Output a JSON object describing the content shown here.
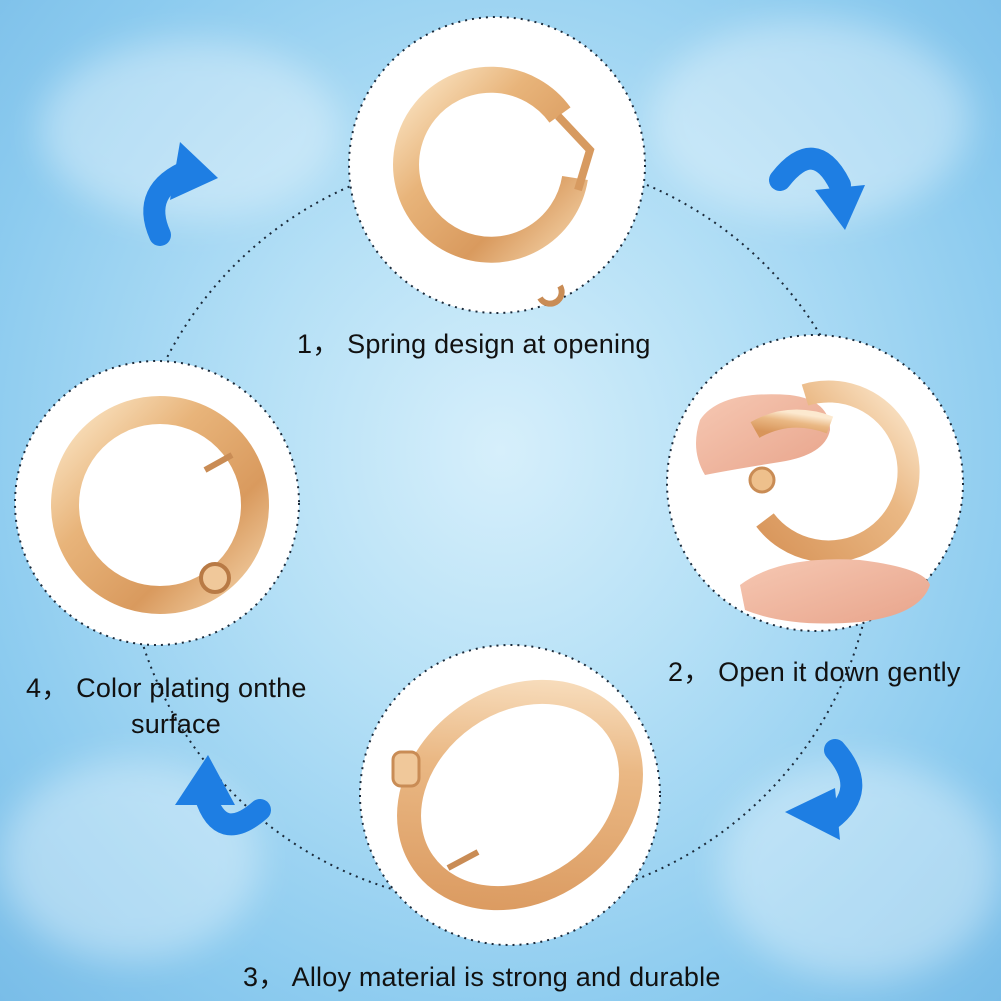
{
  "steps": [
    {
      "caption": "1，  Spring design at opening"
    },
    {
      "caption": "2，  Open it down gently"
    },
    {
      "caption": "3，  Alloy material is strong and durable"
    },
    {
      "caption_line1": "4，  Color plating onthe",
      "caption_line2": "surface"
    }
  ],
  "colors": {
    "background": "#a8dbf4",
    "arrow": "#1e7ee3",
    "ring_gold": "#e9b77c",
    "circle_fill": "#ffffff",
    "dotted_line": "#1b2a3a"
  },
  "icons": [
    "curved-arrow-icon",
    "curved-arrow-icon",
    "curved-arrow-icon",
    "curved-arrow-icon"
  ]
}
